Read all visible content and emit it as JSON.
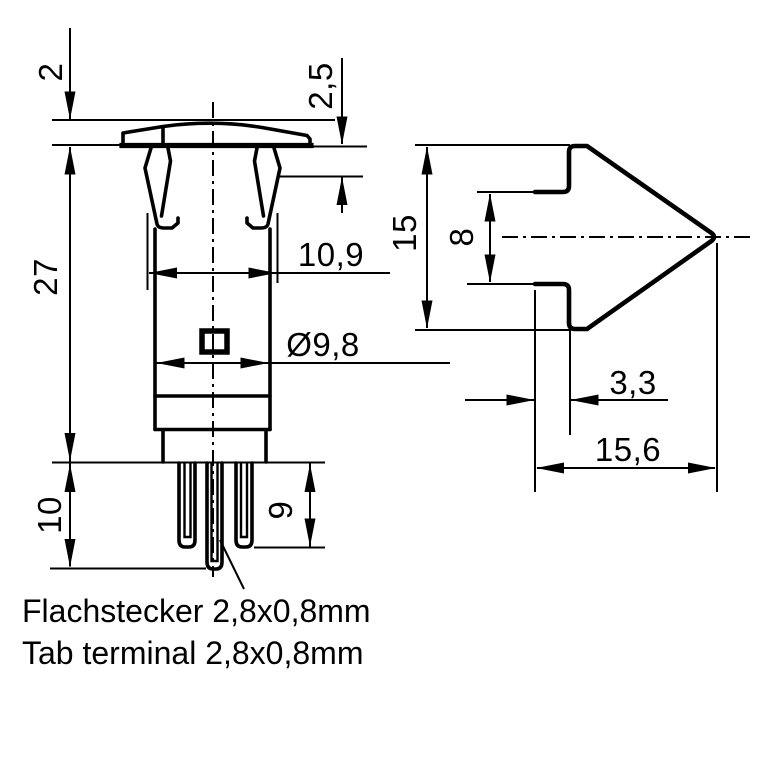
{
  "drawing": {
    "labels": {
      "cap_height": "2",
      "cap_clip_offset": "2,5",
      "body_length": "27",
      "clip_span": "10,9",
      "body_diameter": "Ø9,8",
      "terminal_section": "10",
      "terminal_length": "9",
      "side_height": "15",
      "side_stem_height": "8",
      "side_step_depth": "3,3",
      "side_total_depth": "15,6"
    },
    "notes": {
      "line1_de": "Flachstecker 2,8x0,8mm",
      "line2_en": "Tab terminal 2,8x0,8mm"
    },
    "colors": {
      "ink": "#000000",
      "paper": "#ffffff"
    }
  }
}
